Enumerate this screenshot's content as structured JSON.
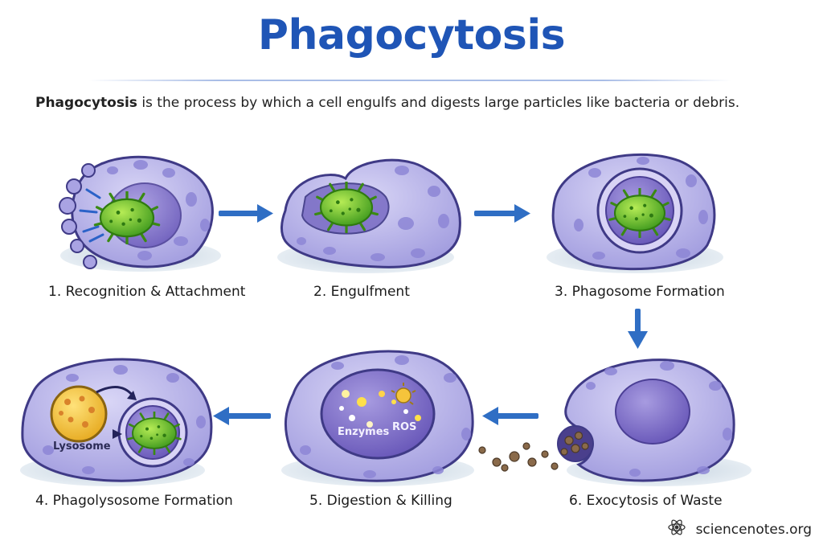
{
  "title": "Phagocytosis",
  "subtitle": {
    "lead": "Phagocytosis",
    "rest": " is the process by which a cell engulfs and digests large particles like bacteria or debris."
  },
  "steps": [
    {
      "label": "1. Recognition & Attachment"
    },
    {
      "label": "2. Engulfment"
    },
    {
      "label": "3. Phagosome Formation"
    },
    {
      "label": "4. Phagolysosome Formation"
    },
    {
      "label": "5. Digestion & Killing"
    },
    {
      "label": "6. Exocytosis of Waste"
    }
  ],
  "inner_labels": {
    "lysosome": "Lysosome",
    "enzymes": "Enzymes",
    "ros": "ROS"
  },
  "brand": "sciencenotes.org",
  "colors": {
    "title": "#1f55b6",
    "cell": "#b3aee6",
    "cell_outline": "#3f3a86",
    "nucleus": "#7b6ec8",
    "bacteria": "#6cbf2c",
    "arrow": "#2f6ec4",
    "lysosome": "#f3c545"
  }
}
